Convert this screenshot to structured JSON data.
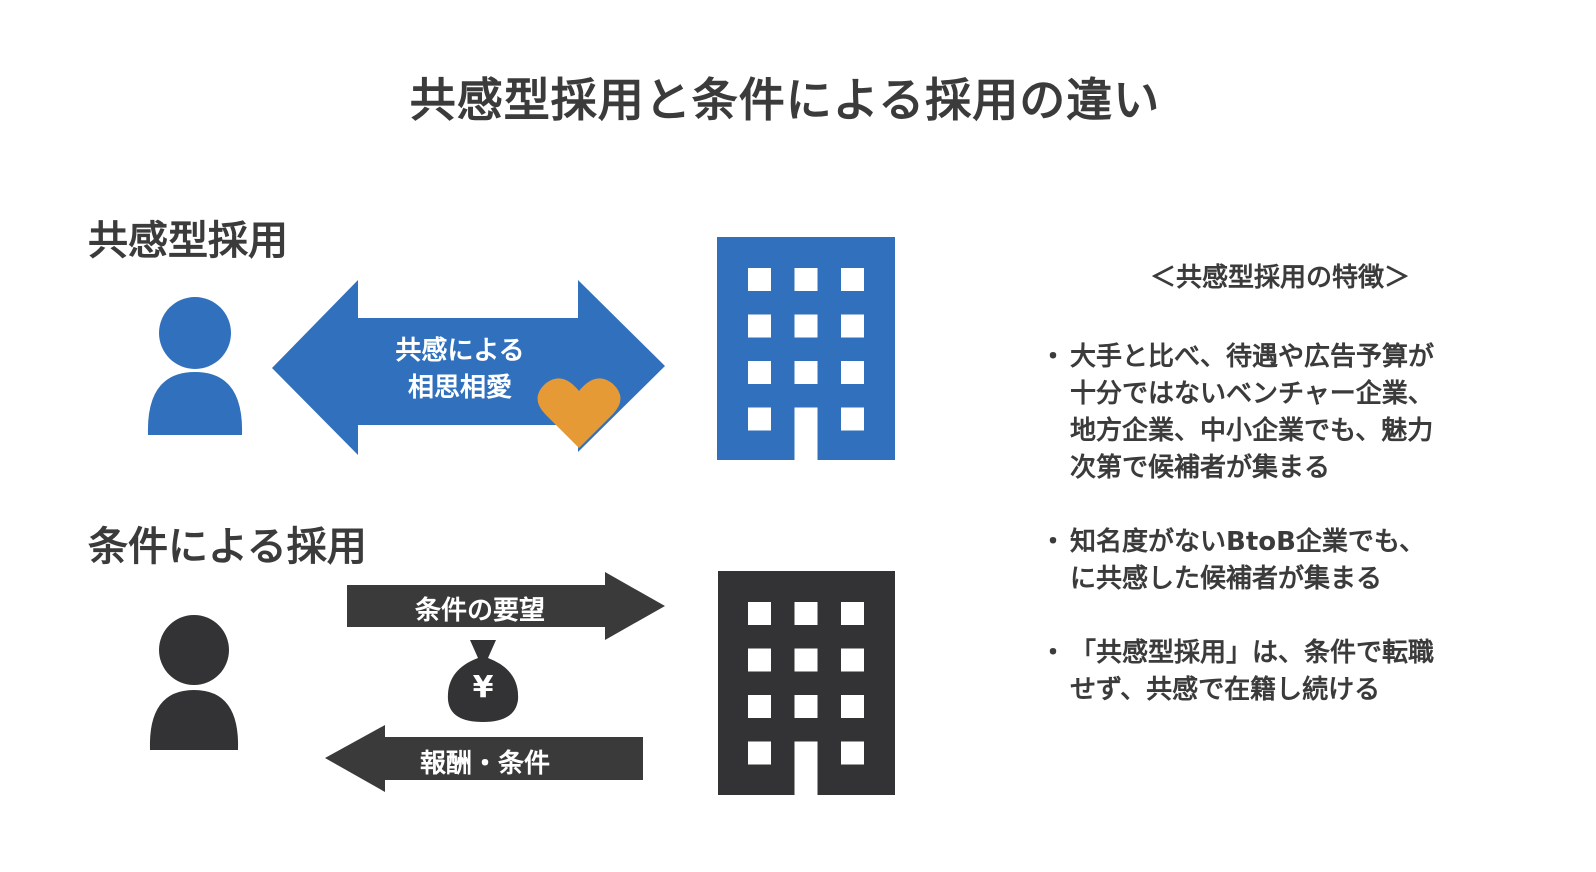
{
  "title": "共感型採用と条件による採用の違い",
  "empathy": {
    "heading": "共感型採用",
    "arrow_label_1": "共感による",
    "arrow_label_2": "相思相愛",
    "color": "#3070bd",
    "heart_color": "#e59a35"
  },
  "conditions": {
    "heading": "条件による採用",
    "top_arrow_label": "条件の要望",
    "bottom_arrow_label": "報酬・条件",
    "money_symbol": "¥",
    "color": "#333336"
  },
  "features": {
    "heading": "＜共感型採用の特徴＞",
    "bullet": "・",
    "items": [
      [
        "大手と比べ、待遇や広告予算が",
        "十分ではないベンチャー企業、",
        "地方企業、中小企業でも、魅力",
        "次第で候補者が集まる"
      ],
      [
        "知名度がないBtoB企業でも、",
        "に共感した候補者が集まる"
      ],
      [
        "「共感型採用」は、条件で転職",
        "せず、共感で在籍し続ける"
      ]
    ]
  }
}
